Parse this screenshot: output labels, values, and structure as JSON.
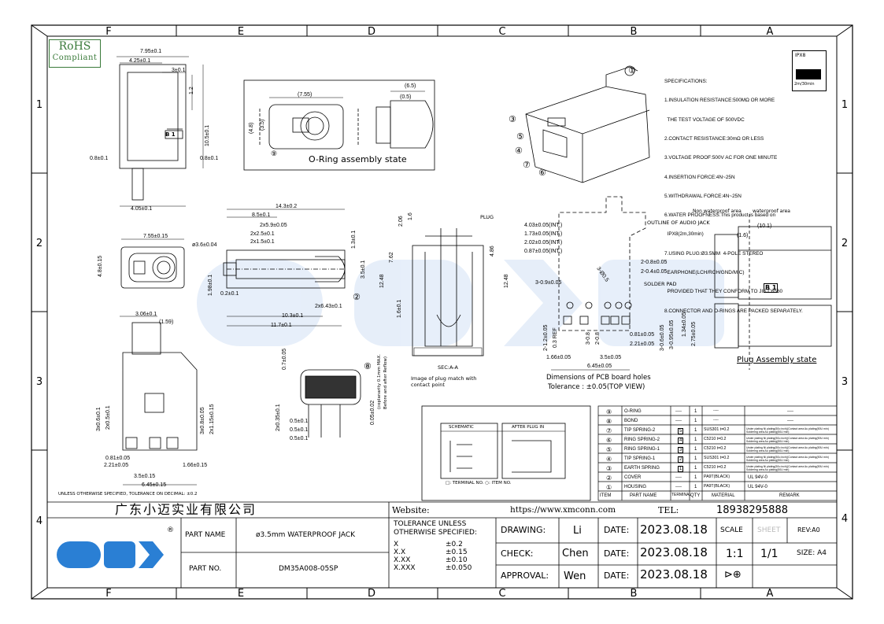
{
  "rohs": {
    "title": "RoHS",
    "subtitle": "Compliant"
  },
  "zones": {
    "cols": [
      "F",
      "E",
      "D",
      "C",
      "B",
      "A"
    ],
    "rows": [
      "1",
      "2",
      "3",
      "4"
    ]
  },
  "specifications": {
    "title": "SPECIFICATIONS:",
    "lines": [
      "1.INSULATION RESISTANCE:500MΩ OR MORE",
      "  THE TEST VOLTAGE OF 500VDC",
      "2.CONTACT RESISTANCE:30mΩ OR LESS",
      "3.VOLTAGE PROOF:500V AC FOR ONE MINUTE",
      "4.INSERTION FORCE:4N~25N",
      "5.WITHDRAWAL FORCE:4N~25N",
      "6.WATER PROOFNESS:This product is based on",
      "  IPX8(2m,30min)",
      "7.USING PLUG:Ø3.5MM  4-POLE STEREO",
      "  EARPHONE(LCH/RCH/GND/MIC)",
      "  PROVIDED THAT THEY CONFORM TO JIS C6560",
      "8.CONNECTOR AND O-RINGS ARE PACKED SEPARATELY."
    ]
  },
  "ipx_icon": {
    "top": "IPX8",
    "bottom": "2m/30min"
  },
  "views": {
    "oring_label": "O-Ring assembly state",
    "plug_assembly_label": "Plug Assembly state",
    "pcb_label": "Dimensions of PCB board holes",
    "pcb_tolerance": "Tolerance : ±0.05(TOP VIEW)",
    "plug_image_label_1": "Image of plug match with",
    "plug_image_label_2": "contact point",
    "section": "SEC:A-A",
    "plug": "PLUG",
    "outline_audio_jack": "OUTLINE OF AUDIO JACK",
    "solder_pad": "SOLDER PAD",
    "non_waterproof": "Non waterproof area",
    "waterproof": "waterproof area",
    "coplanarity_1": "(coplanarity 0.1mm MAX.",
    "coplanarity_2": "Before and after Reflow)",
    "bottom_note": "UNLESS OTHERWISE SPECIFIED, TOLERANCE ON DECIMAL: ±0.2",
    "b_mark": "B 1",
    "watermark": "GDXM"
  },
  "dims": {
    "d795": "7.95±0.1",
    "d425": "4.25±0.1",
    "d3": "3±0.1",
    "d12": "1.2",
    "d105": "10.5±0.1",
    "d08a": "0.8±0.1",
    "d08b": "0.8±0.1",
    "d405": "4.05±0.1",
    "d755": "(7.55)",
    "d48": "(4.8)",
    "d35": "(3.5)",
    "d65": "(6.5)",
    "d05": "(0.5)",
    "d143": "14.3±0.2",
    "d85": "8.5±0.1",
    "d2x59": "2x5.9±0.05",
    "d2x25": "2x2.5±0.1",
    "d2x15": "2x1.5±0.1",
    "d13": "1.3±0.1",
    "d35b": "3.5±0.1",
    "d02": "0.2±0.1",
    "d198": "1.98±0.1",
    "d2x643": "2x6.43±0.1",
    "d103": "10.3±0.1",
    "d117": "11.7±0.1",
    "d755b": "7.55±0.15",
    "d36": "ø3.6±0.04",
    "d48b": "4.8±0.15",
    "d306": "3.06±0.1",
    "d159": "(1.59)",
    "d3x06": "3x0.6±0.1",
    "d2x05": "2x0.5±0.1",
    "d3x08": "3x0.8±0.05",
    "d2x115": "2x1.15±0.15",
    "d081": "0.81±0.05",
    "d221": "2.21±0.05",
    "d35c": "3.5±0.15",
    "d645": "6.45±0.15",
    "d166": "1.66±0.15",
    "d07": "0.7±0.05",
    "d235": "2x0.35±0.1",
    "d05a": "0.5±0.1",
    "d05b": "0.5±0.1",
    "d05c": "0.5±0.1",
    "d005": "0.05±0.02",
    "d206": "2.06",
    "d16": "1.6",
    "d762": "7.62",
    "d486": "4.86",
    "d1248a": "12.48",
    "d1248b": "12.48",
    "d16b": "1.6±0.1",
    "d403": "4.03±0.05(INT.)",
    "d173": "1.73±0.05(INT.)",
    "d202": "2.02±0.05(INT.)",
    "d087": "0.87±0.05(INT.)",
    "d2x08": "2-0.8±0.05",
    "d2x04": "2-0.4±0.05",
    "d3x09": "3-0.9±0.05",
    "d2x12": "2-1.2±0.05",
    "d03ref": "0.3 REF",
    "d2x08b": "2-0.8",
    "d3x08b": "3-0.8",
    "d166b": "1.66±0.05",
    "d081b": "0.81±0.05",
    "d221b": "2.21±0.05",
    "d35d": "3.5±0.05",
    "d645b": "6.45±0.05",
    "d3x06b": "3-0.6±0.05",
    "d3x095": "3-0.95±0.05",
    "d134": "1.34±0.05",
    "d275": "2.75±0.05",
    "d16c": "(1.6)",
    "d101": "(10.1)",
    "d3505": "3-Ø0.5"
  },
  "schematic": {
    "schematic": "SCHEMATIC",
    "after_plug": "AFTER PLUG IN",
    "legend": "□: TERMINAL NO.    ○: ITEM NO."
  },
  "bom": {
    "headers": [
      "ITEM",
      "PART NAME",
      "TERMINAL",
      "QTY",
      "MATERIAL",
      "REMARK"
    ],
    "rows": [
      {
        "item": "⑨",
        "name": "O-RING",
        "term": "----",
        "qty": "1",
        "mat": "----",
        "rem": "----"
      },
      {
        "item": "⑧",
        "name": "BOND",
        "term": "----",
        "qty": "1",
        "mat": "----",
        "rem": "----"
      },
      {
        "item": "⑦",
        "name": "TIP SPRING-2",
        "term": "5",
        "qty": "1",
        "mat": "SUS301  t=0.2",
        "rem": "Under plating Ni plating(50u inch)(Contact area Au plating(50U min) Soldering area Au plating(50U min)"
      },
      {
        "item": "⑥",
        "name": "RING SPRING-2",
        "term": "4",
        "qty": "1",
        "mat": "C5210  t=0.2",
        "rem": "Under plating Ni plating(50u inch)(Contact area Au plating(50U min) Soldering area Au plating(50U min)"
      },
      {
        "item": "⑤",
        "name": "RING SPRING-1",
        "term": "3",
        "qty": "1",
        "mat": "C5210  t=0.2",
        "rem": "Under plating Ni plating(50u inch)(Contact area Au plating(50U min) Soldering area Au plating(50U min)"
      },
      {
        "item": "④",
        "name": "TIP SPRING-1",
        "term": "2",
        "qty": "1",
        "mat": "SUS301  t=0.2",
        "rem": "Under plating Ni plating(50u inch)(Contact area Au plating(50U min) Soldering area Au plating(50U min)"
      },
      {
        "item": "③",
        "name": "EARTH SPRING",
        "term": "1",
        "qty": "1",
        "mat": "C5210  t=0.2",
        "rem": "Under plating Ni plating(50u inch)(Contact area Au plating(50U min) Soldering area Au plating(50U min)"
      },
      {
        "item": "②",
        "name": "COVER",
        "term": "----",
        "qty": "1",
        "mat": "PA9T(BLACK)",
        "rem": "UL 94V-0"
      },
      {
        "item": "①",
        "name": "HOUSING",
        "term": "----",
        "qty": "1",
        "mat": "PA9T(BLACK)",
        "rem": "UL 94V-0"
      }
    ]
  },
  "title_block": {
    "company": "广东小迈实业有限公司",
    "website_label": "Website:",
    "website": "https://www.xmconn.com",
    "tel_label": "TEL:",
    "tel": "18938295888",
    "logo": "GDXM",
    "logo_reg": "®",
    "part_name_label": "PART NAME",
    "part_name": "ø3.5mm  WATERPROOF JACK",
    "part_no_label": "PART NO.",
    "part_no": "DM35A008-05SP",
    "tol_title_1": "TOLERANCE  UNLESS",
    "tol_title_2": "OTHERWISE  SPECIFIED:",
    "tols": [
      {
        "k": "X",
        "v": "±0.2"
      },
      {
        "k": "X.X",
        "v": "±0.15"
      },
      {
        "k": "X.XX",
        "v": "±0.10"
      },
      {
        "k": "X.XXX",
        "v": "±0.050"
      }
    ],
    "drawing_label": "DRAWING:",
    "drawing": "Li",
    "check_label": "CHECK:",
    "check": "Chen",
    "approval_label": "APPROVAL:",
    "approval": "Wen",
    "date_label": "DATE:",
    "date1": "2023.08.18",
    "date2": "2023.08.18",
    "date3": "2023.08.18",
    "scale_label": "SCALE",
    "scale": "1:1",
    "sheet_label": "SHEET",
    "sheet": "1/1",
    "rev_label": "REV:",
    "rev": "A0",
    "size_label": "SIZE:",
    "size": "A4"
  }
}
